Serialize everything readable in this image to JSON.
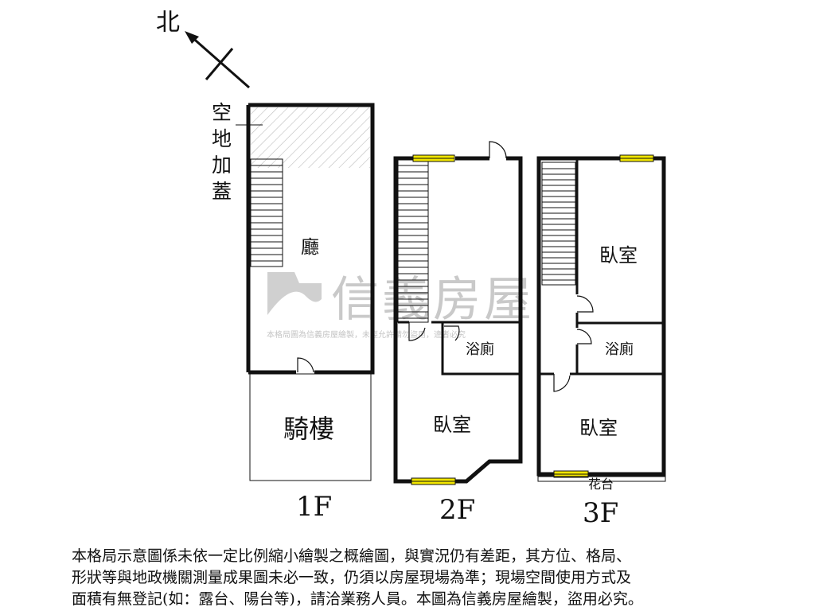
{
  "compass": {
    "label": "北"
  },
  "floor1": {
    "name": "1F",
    "rooms": {
      "hall": "廳",
      "arcade": "騎樓"
    },
    "annex": [
      "空",
      "地",
      "加",
      "蓋"
    ]
  },
  "floor2": {
    "name": "2F",
    "rooms": {
      "bath": "浴廁",
      "bedroom": "臥室"
    }
  },
  "floor3": {
    "name": "3F",
    "rooms": {
      "bedroom_top": "臥室",
      "bath": "浴廁",
      "bedroom_bottom": "臥室",
      "planter": "花台"
    }
  },
  "watermark": {
    "brand": "信義房屋",
    "notice": "本格局圖為信義房屋繪製，未經允許請勿盜用，違者必究"
  },
  "disclaimer": {
    "lines": [
      "本格局示意圖係未依一定比例縮小繪製之概繪圖，與實況仍有差距，其方位、格局、",
      "形狀等與地政機關測量成果圖未必一致，仍須以房屋現場為準；現場空間使用方式及",
      "面積有無登記(如：露台、陽台等)，請洽業務人員。本圖為信義房屋繪製，盜用必究。"
    ]
  },
  "colors": {
    "wall": "#111111",
    "window": "#f2e600",
    "watermark": "#c9c9c9",
    "hatch": "#bdbdbd"
  }
}
